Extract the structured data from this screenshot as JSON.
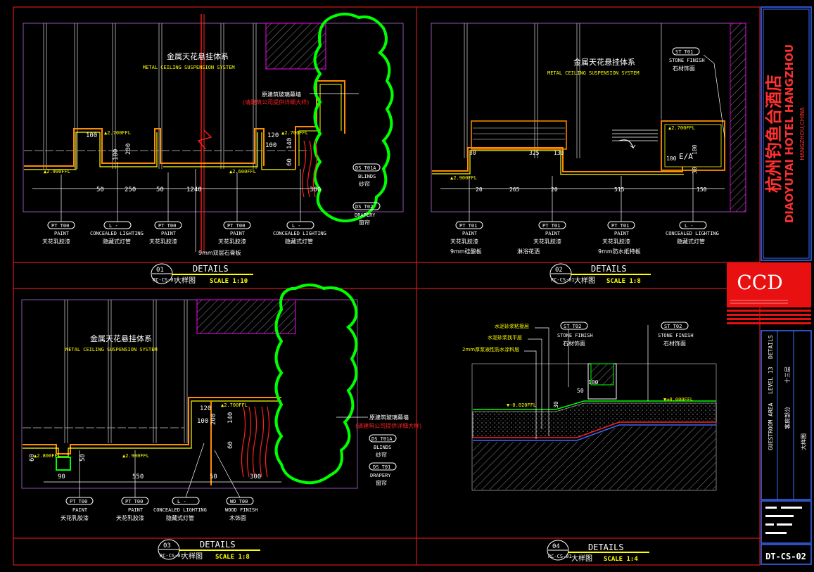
{
  "colors": {
    "frame": "#d01818",
    "text_white": "#ffffff",
    "text_yellow": "#ffff00",
    "text_red": "#ff2020",
    "cyan": "#00ffff",
    "green": "#00ff00",
    "magenta": "#ff00ff",
    "orange": "#ff8c00",
    "blue": "#2d6cff",
    "gray": "#9a9a9a"
  },
  "title_block": {
    "hotel_cn": "杭州钓鱼台酒店",
    "hotel_en": "DIAOYUTAI HOTEL HANGZHOU",
    "city": "HANGZHOU,CHINA",
    "logo": "CCD",
    "area_en": "GUESTROOM AREA",
    "area_cn": "客房部分",
    "level_en": "LEVEL 13",
    "level_cn": "十三层",
    "sheet_en": "DETAILS",
    "sheet_cn": "大样图",
    "drawing_no": "DT-CS-02"
  },
  "details": [
    {
      "no": "01",
      "ref": "RC-CS-01",
      "title": "DETAILS",
      "title_cn": "大样图",
      "scale": "SCALE 1:10"
    },
    {
      "no": "02",
      "ref": "RC-CS-01",
      "title": "DETAILS",
      "title_cn": "大样图",
      "scale": "SCALE 1:8"
    },
    {
      "no": "03",
      "ref": "RC-CS-01",
      "title": "DETAILS",
      "title_cn": "大样图",
      "scale": "SCALE 1:8"
    },
    {
      "no": "04",
      "ref": "RC-CS-01",
      "title": "DETAILS",
      "title_cn": "大样图",
      "scale": "SCALE 1:4"
    }
  ],
  "notes": {
    "ceiling_cn": "金属天花悬挂体系",
    "ceiling_en": "METAL CEILING SUSPENSION SYSTEM",
    "curtain_cn": "原建筑玻璃幕墙",
    "curtain_sub": "(请建筑公司提供详细大样)",
    "el_1": "▲2.700FFL",
    "el_2": "▲2.900FFL",
    "el_3": "▲2.600FFL",
    "el_4": "▲2.700FFL",
    "el_5": "▲2.800FFL",
    "el_6": "▼-0.020FFL",
    "el_7": "▼±0.000FFL",
    "stone_code": "ST  T01",
    "stone_code2": "ST  T02",
    "stone_en": "STONE FINISH",
    "stone_cn": "石材饰面",
    "ea": "E/A",
    "waterproof_1": "水泥砂浆粘接层",
    "waterproof_2": "水泥砂浆找平层",
    "waterproof_3": "2mm厚浆液性防水涂料层"
  },
  "tags": {
    "paint_code": "PT  T00",
    "paint_code2": "PT  T01",
    "paint_en": "PAINT",
    "paint_cn": "天花乳胶漆",
    "light_code": "L   -",
    "light_en": "CONCEALED LIGHTING",
    "light_cn": "隐藏式灯管",
    "blinds_code": "DS T01A",
    "blinds_en": "BLINDS",
    "blinds_cn": "纱帘",
    "drapery_code": "DS T02",
    "drapery_code2": "DS T01",
    "drapery_en": "DRAPERY",
    "drapery_cn": "窗帘",
    "wood_code": "WD  T00",
    "wood_en": "WOOD FINISH",
    "wood_cn": "木饰面",
    "gypsum_9": "9mm双层石膏板",
    "board_9": "9mm硅酸板",
    "bath_flower": "淋浴花洒",
    "waterproof_board": "9mm防水纸特板"
  },
  "dims": {
    "d1_100a": "100",
    "d1_100b": "100",
    "d1_200": "200",
    "d1_50a": "50",
    "d1_250": "250",
    "d1_50b": "50",
    "d1_1240": "1240",
    "d1_120": "120",
    "d1_100c": "100",
    "d1_140": "140",
    "d1_60": "60",
    "d1_300": "300",
    "d2_30": "30",
    "d2_325": "325",
    "d2_130": "130",
    "d2_20a": "20",
    "d2_265": "265",
    "d2_20b": "20",
    "d2_515": "515",
    "d2_150": "150",
    "d2_100": "100",
    "d2_180": "180",
    "d2_30b": "30",
    "d3_120": "120",
    "d3_100": "100",
    "d3_200": "200",
    "d3_140": "140",
    "d3_60": "60",
    "d3_50a": "50",
    "d3_90": "90",
    "d3_550": "550",
    "d3_50b": "50",
    "d3_300": "300",
    "d3_60b": "60",
    "d3_50c": "50",
    "d4_100": "100",
    "d4_50": "50",
    "d4_30": "30"
  }
}
